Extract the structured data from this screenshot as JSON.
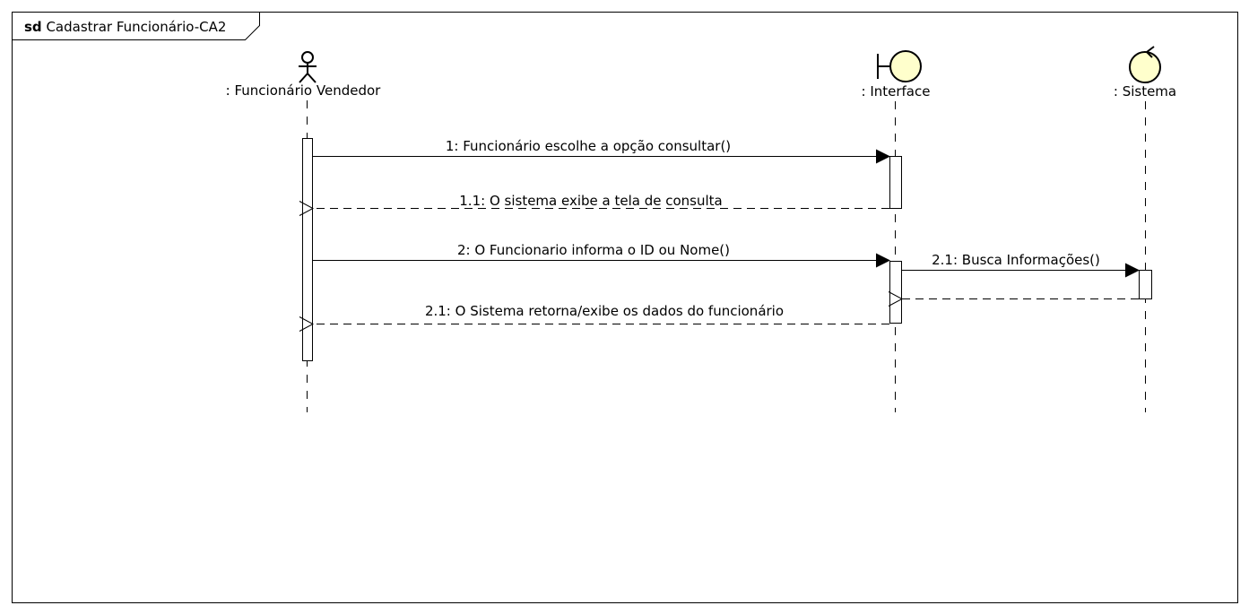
{
  "frame": {
    "keyword": "sd",
    "title": "Cadastrar Funcionário-CA2"
  },
  "lifelines": [
    {
      "id": "actor",
      "label": ": Funcionário Vendedor",
      "kind": "actor"
    },
    {
      "id": "interface",
      "label": ": Interface",
      "kind": "boundary"
    },
    {
      "id": "sistema",
      "label": ": Sistema",
      "kind": "control"
    }
  ],
  "messages": [
    {
      "id": "m1",
      "label": "1: Funcionário escolhe a opção consultar()",
      "type": "sync"
    },
    {
      "id": "m1_1",
      "label": "1.1: O sistema exibe a tela de consulta",
      "type": "reply"
    },
    {
      "id": "m2",
      "label": "2: O Funcionario informa o ID ou Nome()",
      "type": "sync"
    },
    {
      "id": "m2_1a",
      "label": "2.1: Busca Informações()",
      "type": "sync"
    },
    {
      "id": "m2_1r",
      "label": "",
      "type": "reply"
    },
    {
      "id": "m2_1b",
      "label": "2.1: O Sistema retorna/exibe os dados do funcionário",
      "type": "reply"
    }
  ],
  "colors": {
    "line": "#000000",
    "element_fill": "#ffffcc",
    "frame_bg": "#ffffff"
  }
}
